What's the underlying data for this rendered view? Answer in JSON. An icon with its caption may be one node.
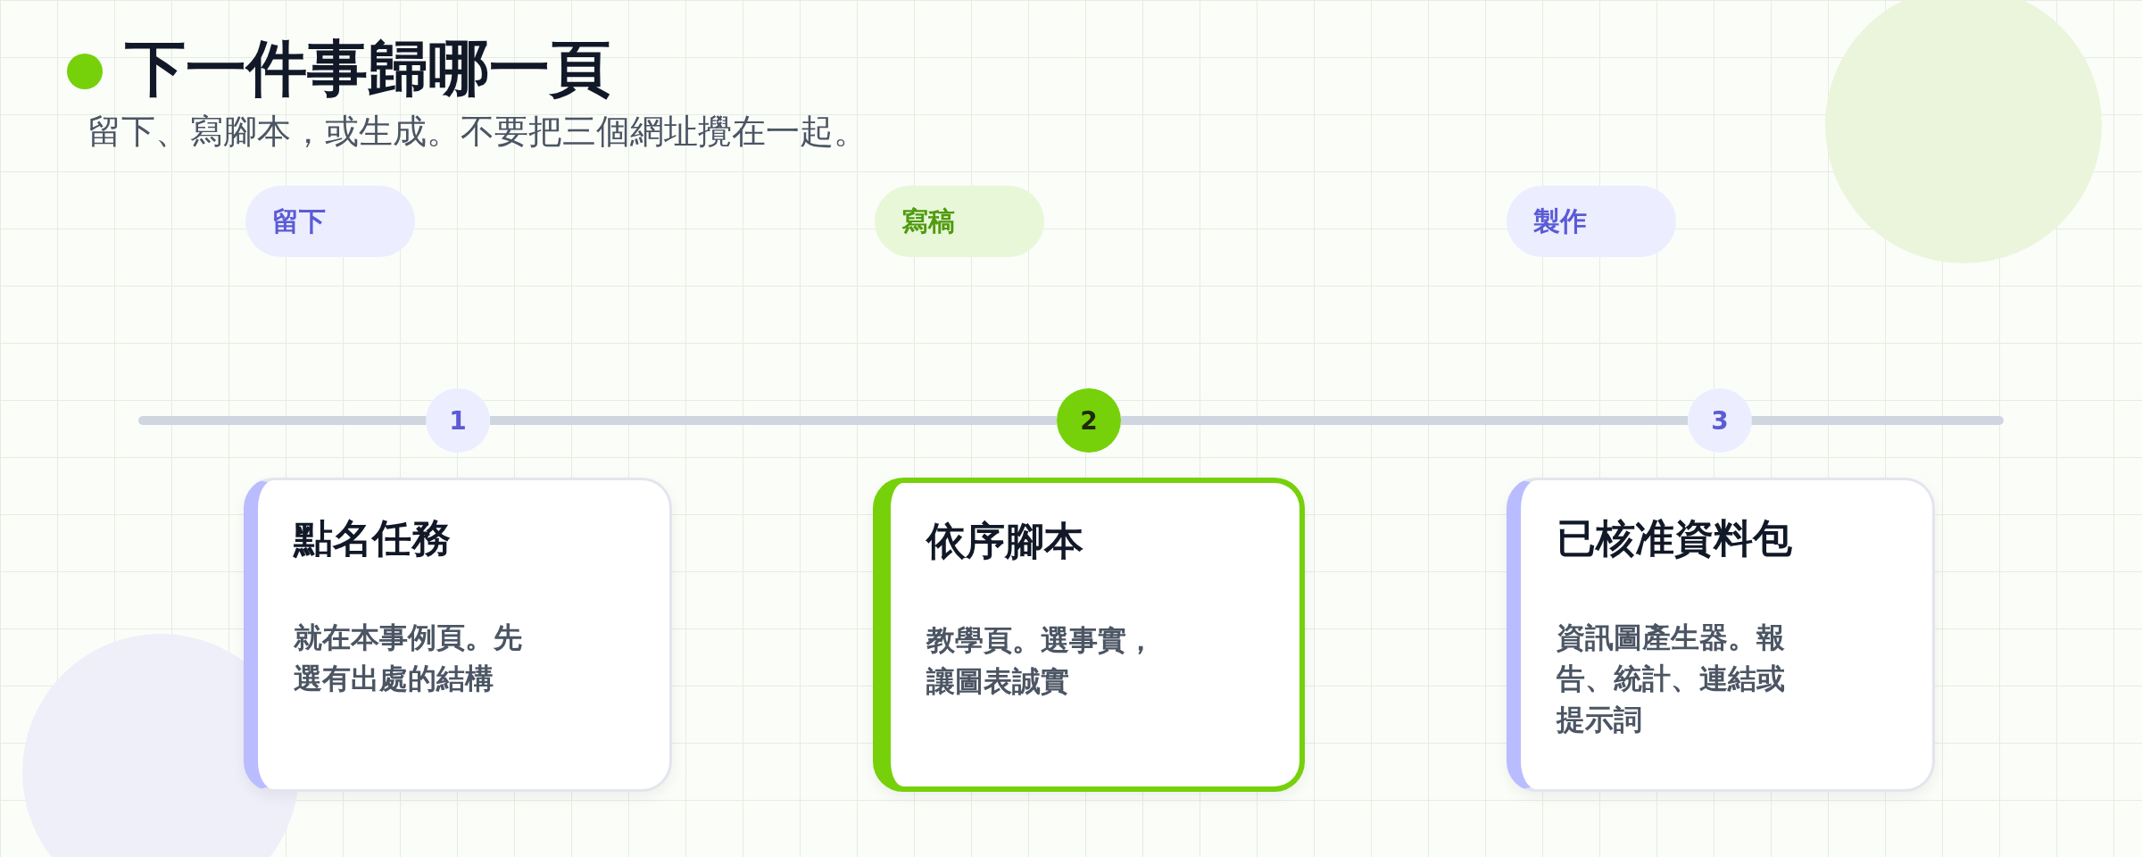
{
  "diagram": {
    "title": "下一件事歸哪一頁",
    "caption": "留下、寫腳本，或生成。不要把三個網址攪在一起。",
    "nodes": [
      {
        "text": [
          "留下"
        ]
      },
      {
        "text": [
          "寫稿"
        ]
      },
      {
        "text": [
          "製作"
        ]
      },
      {
        "text": [
          "1"
        ]
      },
      {
        "text": [
          "2"
        ]
      },
      {
        "text": [
          "3"
        ]
      },
      {
        "text": [
          "點名任務",
          "就在本事例頁。先選有出處的結構"
        ]
      },
      {
        "text": [
          "依序腳本",
          "教學頁。選事實，讓圖表誠實"
        ]
      },
      {
        "text": [
          "已核准資料包",
          "資訊圖產生器。報告、統計、連結或提示詞"
        ]
      }
    ],
    "edges": [
      {
        "from": 3,
        "to": 4,
        "arrow": "none"
      },
      {
        "from": 4,
        "to": 5,
        "arrow": "none"
      }
    ]
  }
}
